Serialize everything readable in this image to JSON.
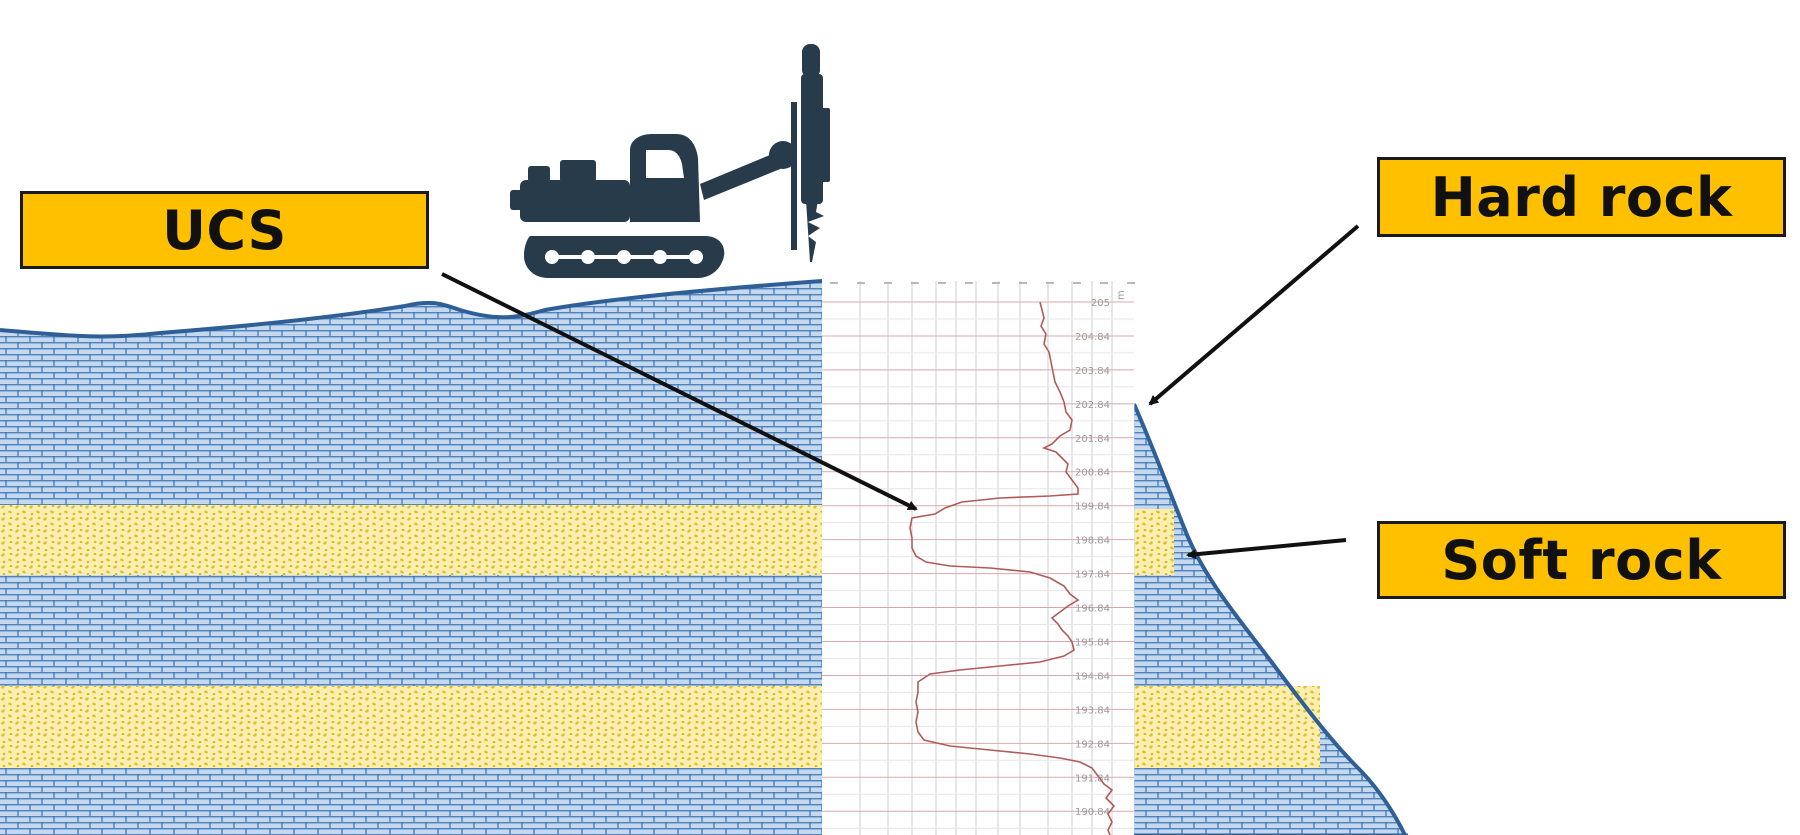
{
  "labels": {
    "ucs": "UCS",
    "hard_rock": "Hard rock",
    "soft_rock": "Soft rock"
  },
  "log_strip": {
    "depth_ticks": [
      "205",
      "204.84",
      "203.84",
      "202.84",
      "201.84",
      "200.84",
      "199.84",
      "198.84",
      "197.84",
      "196.84",
      "195.84",
      "194.84",
      "193.84",
      "192.84",
      "191.84",
      "190.84"
    ],
    "header_tick": "m",
    "curve_color": "#b25a5a"
  },
  "icons": {
    "drill_rig": "drill-rig-icon"
  },
  "colors": {
    "hard_rock_fill": "#c5d8ee",
    "hard_rock_brick": "#3f78b8",
    "soft_rock_fill": "#fbefb0",
    "soft_rock_dots": "#e1bf2e",
    "ground_line": "#2f5f97",
    "label_fill": "#ffc000",
    "rig_color": "#283b4b"
  }
}
